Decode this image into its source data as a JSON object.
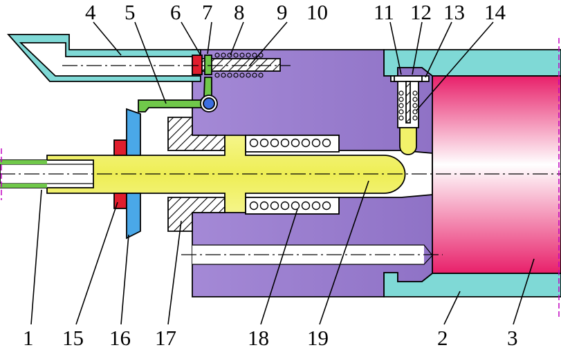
{
  "diagram": {
    "callouts": [
      {
        "id": "4",
        "text": "4"
      },
      {
        "id": "5",
        "text": "5"
      },
      {
        "id": "6",
        "text": "6"
      },
      {
        "id": "7",
        "text": "7"
      },
      {
        "id": "8",
        "text": "8"
      },
      {
        "id": "9",
        "text": "9"
      },
      {
        "id": "10",
        "text": "10"
      },
      {
        "id": "11",
        "text": "11"
      },
      {
        "id": "12",
        "text": "12"
      },
      {
        "id": "13",
        "text": "13"
      },
      {
        "id": "14",
        "text": "14"
      },
      {
        "id": "1",
        "text": "1"
      },
      {
        "id": "15",
        "text": "15"
      },
      {
        "id": "16",
        "text": "16"
      },
      {
        "id": "17",
        "text": "17"
      },
      {
        "id": "18",
        "text": "18"
      },
      {
        "id": "19",
        "text": "19"
      },
      {
        "id": "2",
        "text": "2"
      },
      {
        "id": "3",
        "text": "3"
      }
    ],
    "colors": {
      "housing": "#9b7fcf",
      "plunger": "#f2f26a",
      "sleeve": "#7fd9d6",
      "cartridge": "#e8206a",
      "lever": "#70c84a",
      "pivot": "#3c6ee0",
      "plate": "#4aa8e8",
      "red_part": "#e01e2e",
      "white": "#ffffff"
    }
  }
}
